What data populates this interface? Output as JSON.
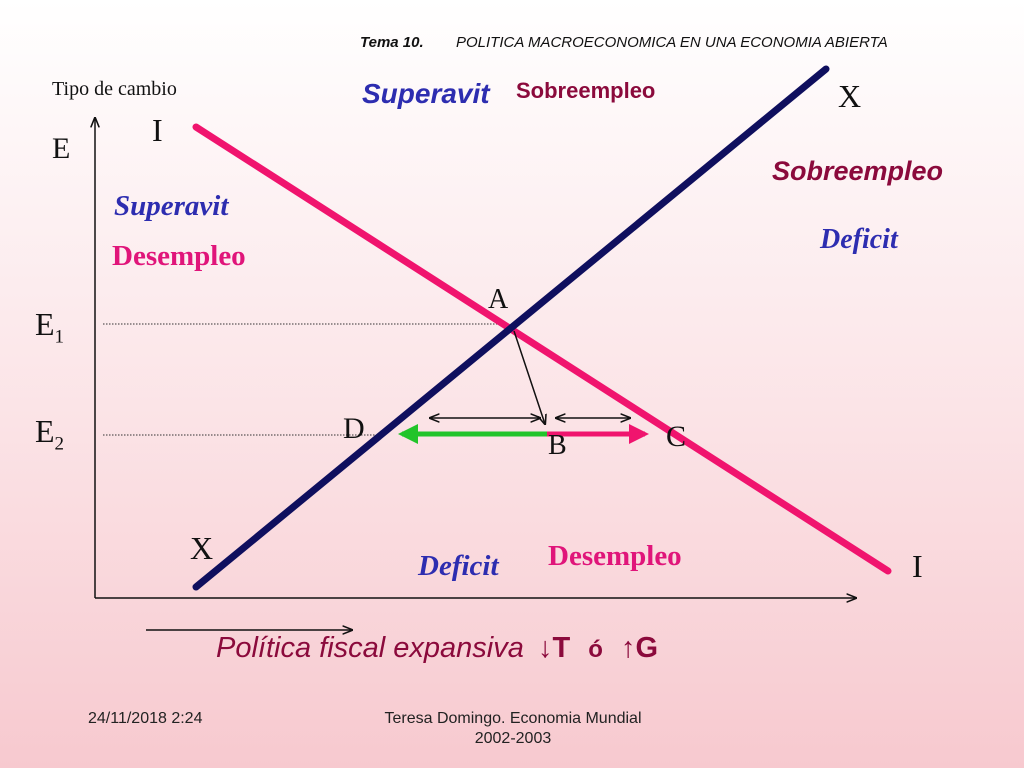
{
  "header": {
    "tema": "Tema 10.",
    "title": "POLITICA MACROECONOMICA EN UNA ECONOMIA ABIERTA"
  },
  "axes": {
    "y_label": "Tipo  de cambio",
    "y_symbol": "E"
  },
  "levels": {
    "e1_base": "E",
    "e1_sub": "1",
    "e2_base": "E",
    "e2_sub": "2"
  },
  "curves": {
    "ii_top": "I",
    "ii_bottom": "I",
    "xx_top": "X",
    "xx_bottom": "X"
  },
  "points": {
    "a": "A",
    "b": "B",
    "c": "C",
    "d": "D"
  },
  "regions": {
    "top_superavit": "Superavit",
    "top_sobreempleo": "Sobreempleo",
    "right_sobreempleo": "Sobreempleo",
    "right_deficit": "Deficit",
    "left_superavit": "Superavit",
    "left_desempleo": "Desempleo",
    "bottom_deficit": "Deficit",
    "bottom_desempleo": "Desempleo"
  },
  "policy": {
    "text": "Política fiscal expansiva",
    "down_arrow": "↓",
    "t": "T",
    "o": "ó",
    "up_arrow": "↑",
    "g": "G"
  },
  "footer": {
    "date": "24/11/2018 2:24",
    "author": "Teresa Domingo. Economia Mundial",
    "years": "2002-2003"
  },
  "colors": {
    "ii_curve": "#f0146e",
    "xx_curve": "#0f0f5e",
    "green_arrow": "#22c42a",
    "magenta_arrow": "#f0146e",
    "region_blue": "#2d2db0",
    "region_magenta": "#e0157a",
    "region_darkred": "#8b0a3c",
    "dark_text": "#111111"
  }
}
